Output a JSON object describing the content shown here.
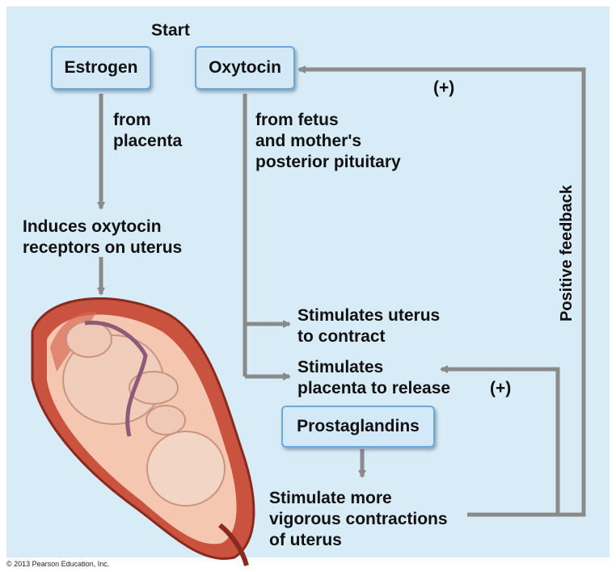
{
  "start_label": "Start",
  "boxes": {
    "estrogen": "Estrogen",
    "oxytocin": "Oxytocin",
    "prostaglandins": "Prostaglandins"
  },
  "labels": {
    "from_placenta_1": "from",
    "from_placenta_2": "placenta",
    "from_fetus_1": "from fetus",
    "from_fetus_2": "and mother's",
    "from_fetus_3": "posterior pituitary",
    "induces_1": "Induces oxytocin",
    "induces_2": "receptors on uterus",
    "stim_uterus_1": "Stimulates uterus",
    "stim_uterus_2": "to contract",
    "stim_placenta_1": "Stimulates",
    "stim_placenta_2": "placenta to release",
    "stim_more_1": "Stimulate more",
    "stim_more_2": "vigorous contractions",
    "stim_more_3": "of uterus",
    "plus_top": "(+)",
    "plus_mid": "(+)",
    "positive_feedback": "Positive feedback"
  },
  "copyright": "© 2013 Pearson Education, Inc.",
  "colors": {
    "background": "#d8ecf8",
    "box_fill": "#d4e9f8",
    "box_border": "#6fa8d4",
    "arrow": "#8a8a8a"
  }
}
